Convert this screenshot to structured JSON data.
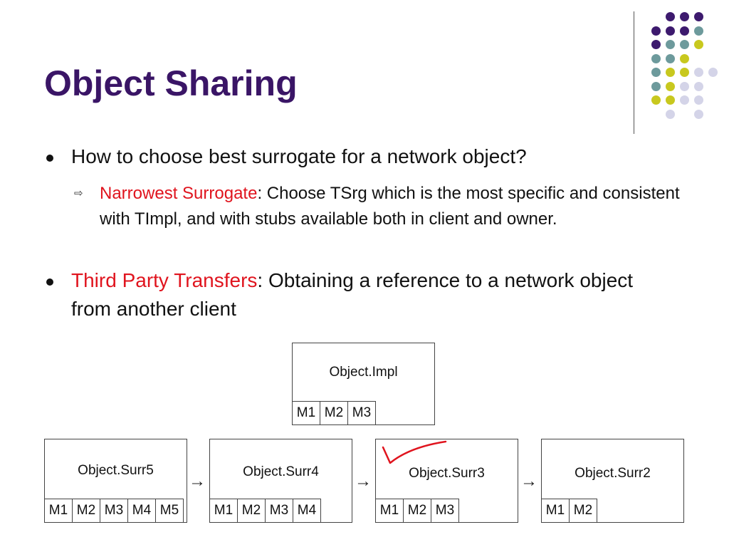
{
  "slide": {
    "title": "Object Sharing",
    "bullets": [
      {
        "text": "How to choose best surrogate for a network object?"
      },
      {
        "highlight": "Third Party Transfers",
        "text": ": Obtaining a reference to a network object from another client"
      }
    ],
    "sub_bullet": {
      "highlight": "Narrowest Surrogate",
      "text": ": Choose TSrg which is the most specific and consistent with TImpl, and with stubs available both in client and owner."
    }
  },
  "diagram": {
    "impl": {
      "name": "Object.Impl",
      "methods": [
        "M1",
        "M2",
        "M3"
      ]
    },
    "surrogates": [
      {
        "name": "Object.Surr5",
        "methods": [
          "M1",
          "M2",
          "M3",
          "M4",
          "M5"
        ]
      },
      {
        "name": "Object.Surr4",
        "methods": [
          "M1",
          "M2",
          "M3",
          "M4"
        ]
      },
      {
        "name": "Object.Surr3",
        "methods": [
          "M1",
          "M2",
          "M3"
        ]
      },
      {
        "name": "Object.Surr2",
        "methods": [
          "M1",
          "M2"
        ]
      }
    ],
    "arrow_glyph": "→",
    "selected_mark": "check-mark-icon"
  },
  "colors": {
    "title": "#3a1566",
    "highlight": "#e0141e",
    "dot_purple": "#3d1a6e",
    "dot_teal": "#6d9a9c",
    "dot_yellow": "#c8c81e",
    "dot_lavender": "#d4d4e8"
  }
}
